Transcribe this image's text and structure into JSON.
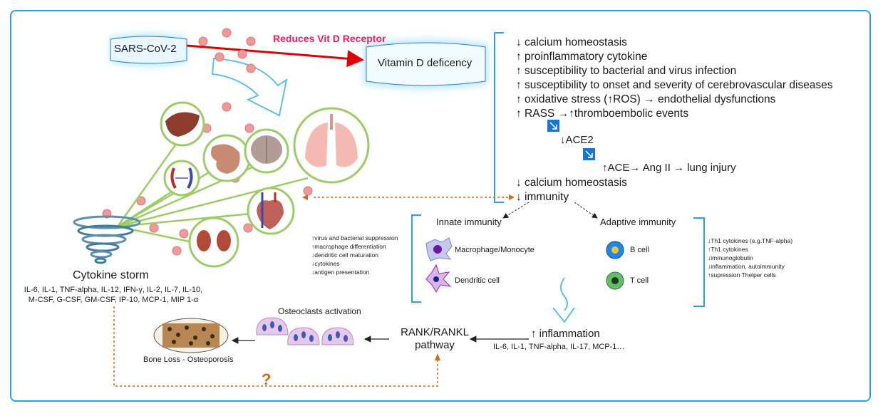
{
  "virus_label": "SARS-CoV-2",
  "arrow_label": "Reduces Vit D Receptor",
  "deficiency_label": "Vitamin D deficency",
  "effects": [
    "↓ calcium homeostasis",
    "↑ proinflammatory cytokine",
    "↑ susceptibility to bacterial and virus infection",
    "↑ susceptibility to onset and severity of cerebrovascular diseases",
    "↑ oxidative stress (↑ROS) → endothelial dysfunctions",
    "↑  RASS →↑thromboembolic events"
  ],
  "ace2": "↓ACE2",
  "ace": "↑ACE→ Ang II → lung injury",
  "calcium2": "↓ calcium homeostasis",
  "immunity": "↓ immunity",
  "innate": {
    "title": "Innate immunity",
    "effects": [
      "↑virus and bacterial suppression",
      "↑macrophage differentiation",
      "↓dendritic cell maturation",
      "↓cytokines",
      "↓antigen presentation"
    ],
    "cells": [
      "Macrophage/Monocyte",
      "Dendritic cell"
    ]
  },
  "adaptive": {
    "title": "Adaptive immunity",
    "effects": [
      "↓Th1 cytokines (e.g.TNF-alpha)",
      "↑Th1 cytokines",
      "↓immunoglobulin",
      "↓inflammation, autoimmunity",
      "↑supression Thelper cells"
    ],
    "cells": [
      "B cell",
      "T cell"
    ]
  },
  "storm_title": "Cytokine storm",
  "storm_cytokines": "IL-6, IL-1, TNF-alpha, IL-12, IFN-γ, IL-2, IL-7, IL-10, M-CSF, G-CSF, GM-CSF, IP-10, MCP-1, MIP 1-α",
  "osteoclast_label": "Osteoclasts activation",
  "bone_label": "Bone Loss - Osteoporosis",
  "rank_label": "RANK/RANKL pathway",
  "inflammation": "↑ inflammation",
  "inflammation_cytokines": "IL-6, IL-1, TNF-alpha, IL-17, MCP-1…",
  "question": "?",
  "colors": {
    "frame": "#2aa3d8",
    "glow": "#7fd3ff",
    "reduce_arrow": "#e00000",
    "reduce_text": "#e91e63",
    "organ_circle": "#9ccc65",
    "dotted": "#d2691e",
    "bracket": "#2aa3d8"
  }
}
